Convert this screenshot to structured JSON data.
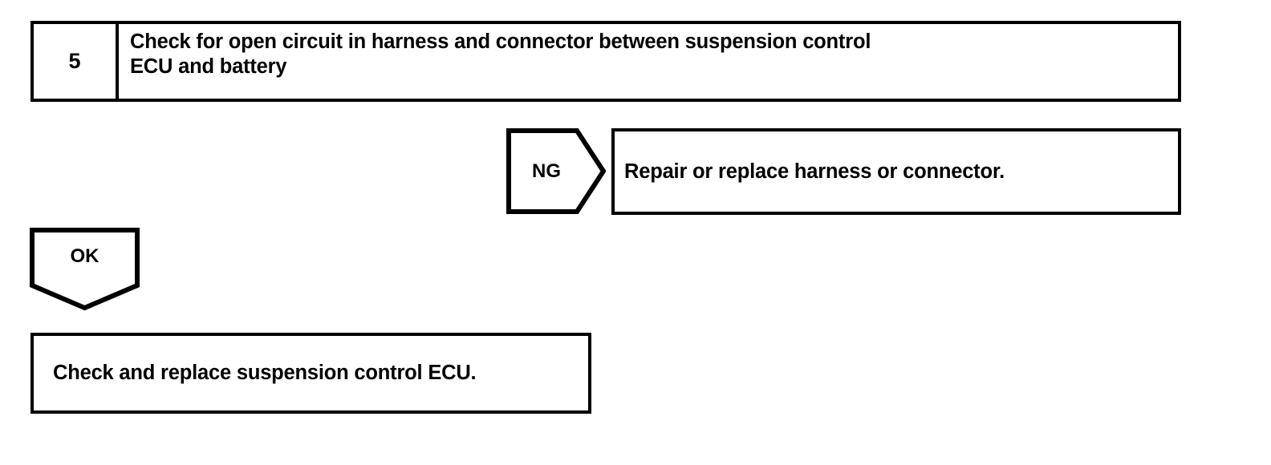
{
  "document": {
    "kind": "troubleshooting-flowchart",
    "background_color": "#ffffff",
    "ink_color": "#000000"
  },
  "step": {
    "number": "5",
    "instruction_line_1": "Check for open circuit in harness and connector between suspension control",
    "instruction_line_2": "ECU and battery"
  },
  "branches": {
    "ng": {
      "tag_label": "NG",
      "result_text": "Repair or replace harness or connector."
    },
    "ok": {
      "tag_label": "OK",
      "result_text": "Check and replace suspension control ECU."
    }
  }
}
